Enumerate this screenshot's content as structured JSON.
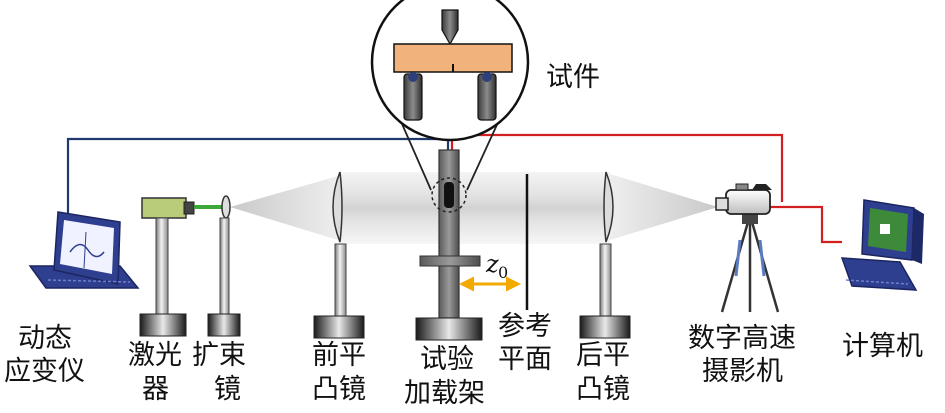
{
  "labels": {
    "specimen": "试件",
    "strain_meter_1": "动态",
    "strain_meter_2": "应变仪",
    "laser_1": "激光",
    "laser_2": "器",
    "expander_1": "扩束",
    "expander_2": "镜",
    "front_lens_1": "前平",
    "front_lens_2": "凸镜",
    "loading_frame_1": "试验",
    "loading_frame_2": "加载架",
    "reference_plane_1": "参考",
    "reference_plane_2": "平面",
    "rear_lens_1": "后平",
    "rear_lens_2": "凸镜",
    "camera_1": "数字高速",
    "camera_2": "摄影机",
    "computer": "计算机",
    "distance_symbol": "z",
    "distance_subscript": "0"
  },
  "colors": {
    "strain_wire": "#1f3b6e",
    "camera_wire": "#d21f1f",
    "laser_beam": "#3aa83a",
    "distance_arrow": "#f2a900",
    "specimen_fill": "#f2b27c",
    "laser_body": "#b9cc7a",
    "screen_green": "#3d8a3a",
    "device_blue": "#2f3f8f"
  }
}
